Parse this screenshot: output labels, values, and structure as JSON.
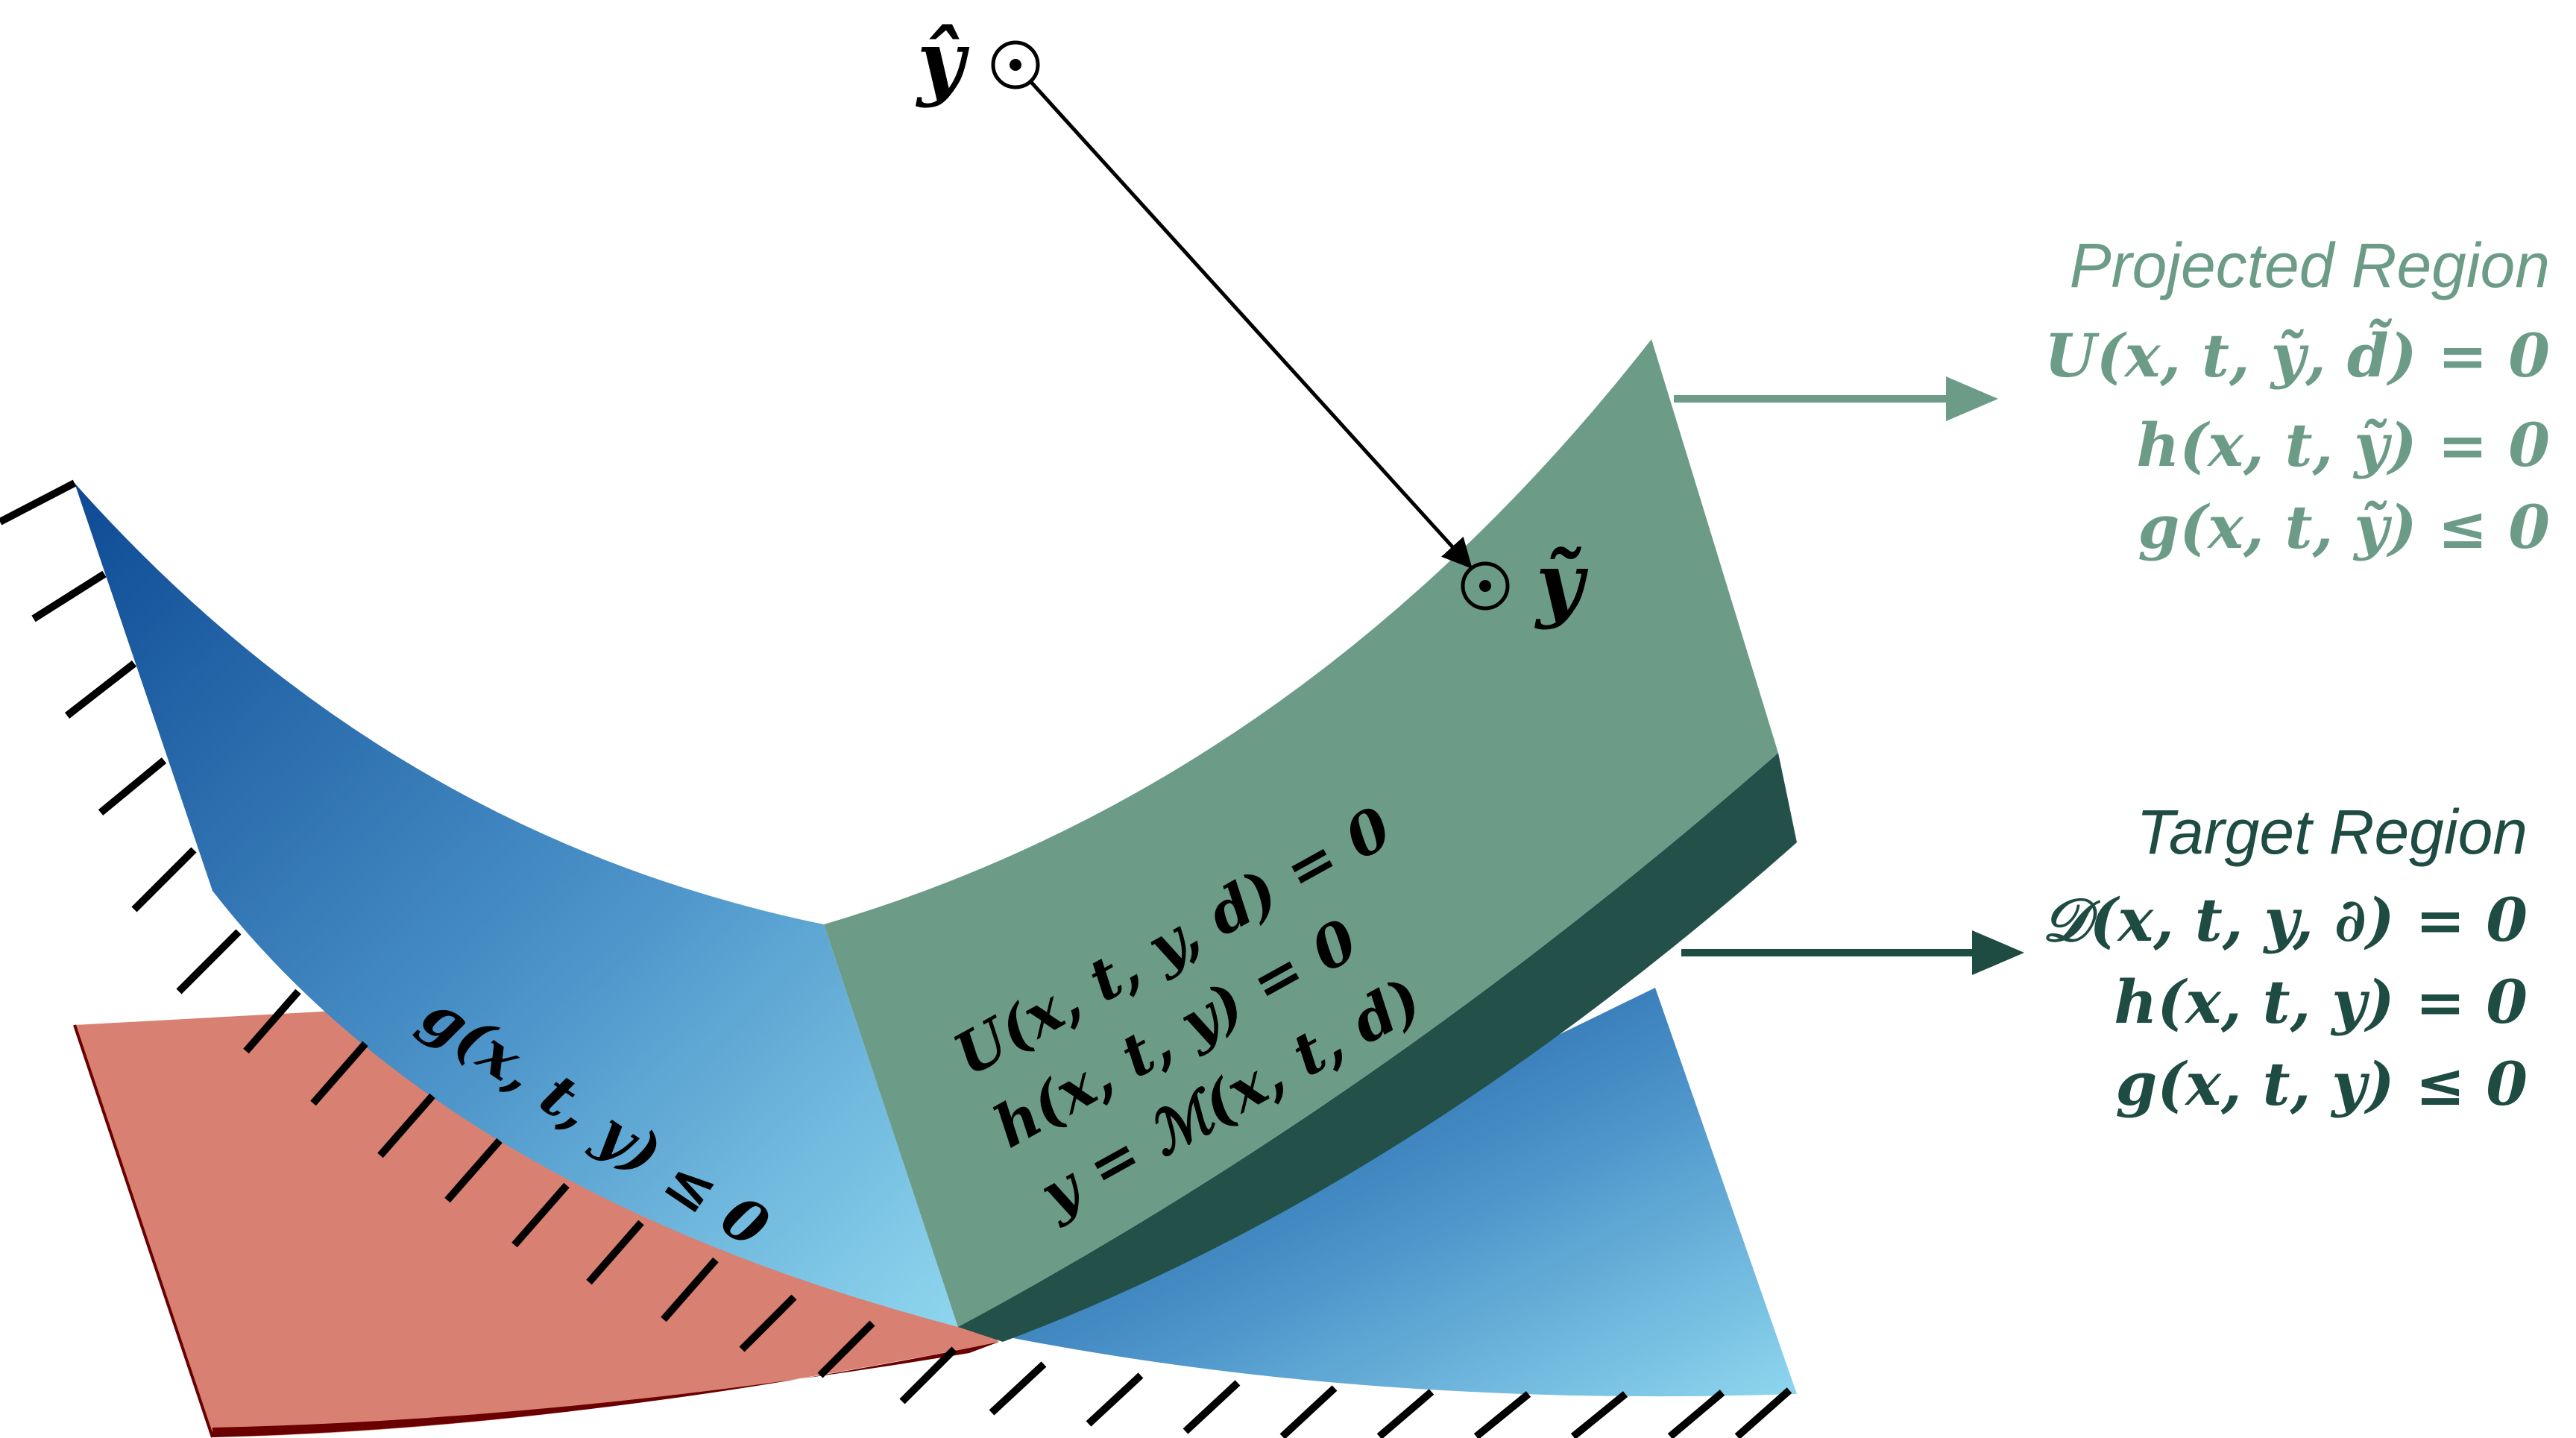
{
  "points": {
    "y_hat": "ŷ",
    "y_tilde": "ỹ"
  },
  "surface_labels": {
    "blue_inequality": "g(x, t, y) ≤ 0",
    "green_eq1": "U(x, t, y, d) = 0",
    "green_eq2": "h(x, t, y) = 0",
    "green_eq3": "y = ℳ(x, t, d)"
  },
  "projected_region": {
    "title": "Projected Region",
    "eq1": "U(x, t, ỹ, d̃) = 0",
    "eq2": "h(x, t, ỹ) = 0",
    "eq3": "g(x, t, ỹ) ≤ 0"
  },
  "target_region": {
    "title": "Target Region",
    "eq1": "𝒟(x, t, y, ∂) = 0",
    "eq2": "h(x, t, y) = 0",
    "eq3": "g(x, t, y) ≤ 0"
  },
  "colors": {
    "projected_green": "#6c9c88",
    "target_dark_green": "#1e4b42",
    "green_slab": "#6c9c88",
    "green_slab_side": "#24504a",
    "blue_dark": "#0e4a94",
    "blue_light": "#8ed6ee",
    "red_plane": "#d88072",
    "red_edge": "#6b0000"
  }
}
